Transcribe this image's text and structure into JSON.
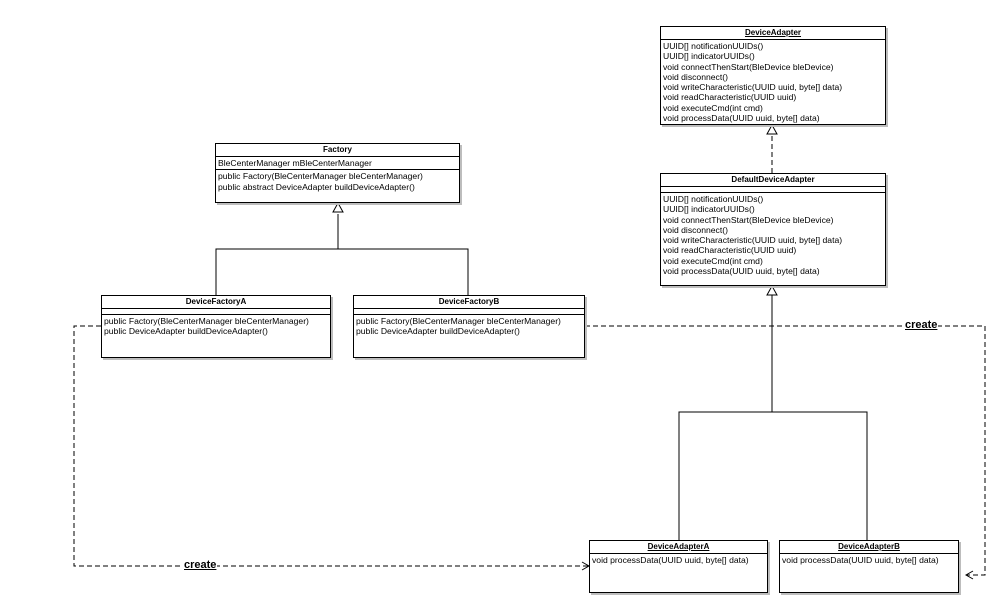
{
  "classes": {
    "factory": {
      "name": "Factory",
      "attributes": [
        "BleCenterManager mBleCenterManager"
      ],
      "methods": [
        "public Factory(BleCenterManager bleCenterManager)",
        "public abstract DeviceAdapter buildDeviceAdapter()"
      ]
    },
    "device_factory_a": {
      "name": "DeviceFactoryA",
      "methods": [
        "public Factory(BleCenterManager bleCenterManager)",
        "public DeviceAdapter buildDeviceAdapter()"
      ]
    },
    "device_factory_b": {
      "name": "DeviceFactoryB",
      "methods": [
        "public Factory(BleCenterManager bleCenterManager)",
        "public DeviceAdapter buildDeviceAdapter()"
      ]
    },
    "device_adapter": {
      "name": "DeviceAdapter",
      "methods": [
        "UUID[] notificationUUIDs()",
        "UUID[] indicatorUUIDs()",
        "void connectThenStart(BleDevice bleDevice)",
        "void disconnect()",
        "void writeCharacteristic(UUID uuid, byte[] data)",
        "void readCharacteristic(UUID uuid)",
        "void executeCmd(int cmd)",
        "void processData(UUID uuid, byte[] data)"
      ]
    },
    "default_device_adapter": {
      "name": "DefaultDeviceAdapter",
      "methods": [
        "UUID[] notificationUUIDs()",
        "UUID[] indicatorUUIDs()",
        "void connectThenStart(BleDevice bleDevice)",
        "void disconnect()",
        "void writeCharacteristic(UUID uuid, byte[] data)",
        "void readCharacteristic(UUID uuid)",
        "void executeCmd(int cmd)",
        "void processData(UUID uuid, byte[] data)"
      ]
    },
    "device_adapter_a": {
      "name": "DeviceAdapterA",
      "methods": [
        "void processData(UUID uuid, byte[] data)"
      ]
    },
    "device_adapter_b": {
      "name": "DeviceAdapterB",
      "methods": [
        "void processData(UUID uuid, byte[] data)"
      ]
    }
  },
  "labels": {
    "create_left": "create",
    "create_right": "create"
  }
}
